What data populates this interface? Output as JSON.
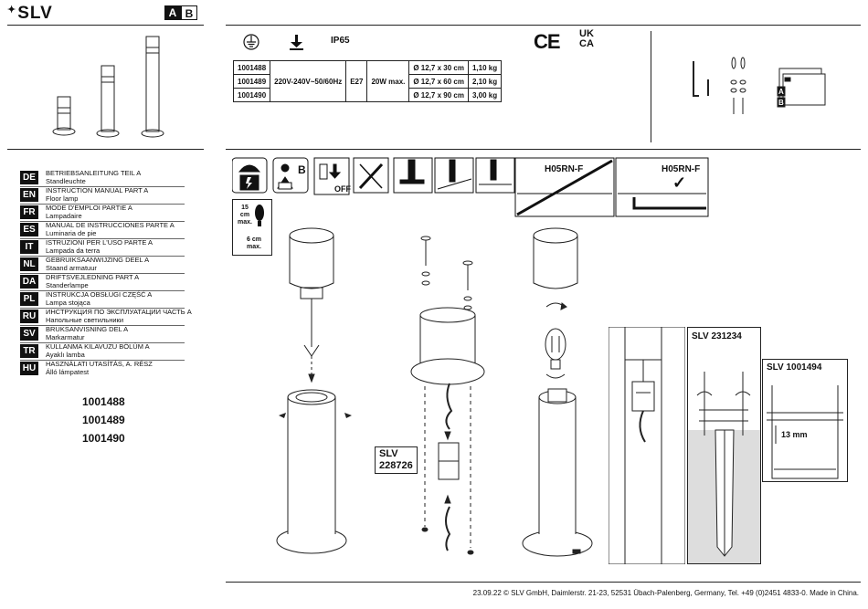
{
  "header": {
    "brand": "SLV",
    "part_a": "A",
    "part_b": "B",
    "ip_rating": "IP65",
    "ce": "CE",
    "ukca_top": "UK",
    "ukca_bottom": "CA"
  },
  "spec_table": {
    "voltage": "220V-240V~50/60Hz",
    "socket": "E27",
    "power": "20W max.",
    "rows": [
      {
        "article": "1001488",
        "dimensions": "Ø 12,7 x 30 cm",
        "weight": "1,10 kg"
      },
      {
        "article": "1001489",
        "dimensions": "Ø 12,7 x 60 cm",
        "weight": "2,10 kg"
      },
      {
        "article": "1001490",
        "dimensions": "Ø 12,7 x 90 cm",
        "weight": "3,00 kg"
      }
    ]
  },
  "languages": [
    {
      "code": "DE",
      "title": "BETRIEBSANLEITUNG TEIL A",
      "product": "Standleuchte"
    },
    {
      "code": "EN",
      "title": "INSTRUCTION MANUAL PART A",
      "product": "Floor lamp"
    },
    {
      "code": "FR",
      "title": "MODE D'EMPLOI PARTIE A",
      "product": "Lampadaire"
    },
    {
      "code": "ES",
      "title": "MANUAL DE INSTRUCCIONES PARTE A",
      "product": "Luminaria de pie"
    },
    {
      "code": "IT",
      "title": "ISTRUZIONI PER L'USO PARTE A",
      "product": "Lampada da terra"
    },
    {
      "code": "NL",
      "title": "GEBRUIKSAANWIJZING DEEL A",
      "product": "Staand armatuur"
    },
    {
      "code": "DA",
      "title": "DRIFTSVEJLEDNING PART A",
      "product": "Standerlampe"
    },
    {
      "code": "PL",
      "title": "INSTRUKCJA OBSŁUGI CZĘŚĆ A",
      "product": "Lampa stojąca"
    },
    {
      "code": "RU",
      "title": "ИНСТРУКЦИЯ ПО ЭКСПЛУАТАЦИИ ЧАСТЬ А",
      "product": "Напольные светильники"
    },
    {
      "code": "SV",
      "title": "BRUKSANVISNING DEL A",
      "product": "Markarmatur"
    },
    {
      "code": "TR",
      "title": "KULLANMA KILAVUZU BÖLÜM A",
      "product": "Ayaklı lamba"
    },
    {
      "code": "HU",
      "title": "HASZNÁLATI UTASÍTÁS, A. RÉSZ",
      "product": "Álló lámpatest"
    }
  ],
  "articles": [
    "1001488",
    "1001489",
    "1001490"
  ],
  "icons": {
    "ppe_letter": "B",
    "off_label": "OFF",
    "cable_label": "H05RN-F",
    "check_mark": "✓",
    "distance_top": "15",
    "distance_top_unit": "cm",
    "distance_top_suffix": "max.",
    "distance_bottom": "6 cm",
    "distance_bottom_suffix": "max."
  },
  "accessories": {
    "connector": "SLV\n228726",
    "connector_line1": "SLV",
    "connector_line2": "228726",
    "spike": "SLV 231234",
    "anchor": "SLV 1001494",
    "anchor_dimension": "13 mm"
  },
  "footer": "23.09.22 © SLV GmbH, Daimlerstr. 21-23, 52531 Übach-Palenberg, Germany, Tel. +49 (0)2451 4833-0. Made in China."
}
